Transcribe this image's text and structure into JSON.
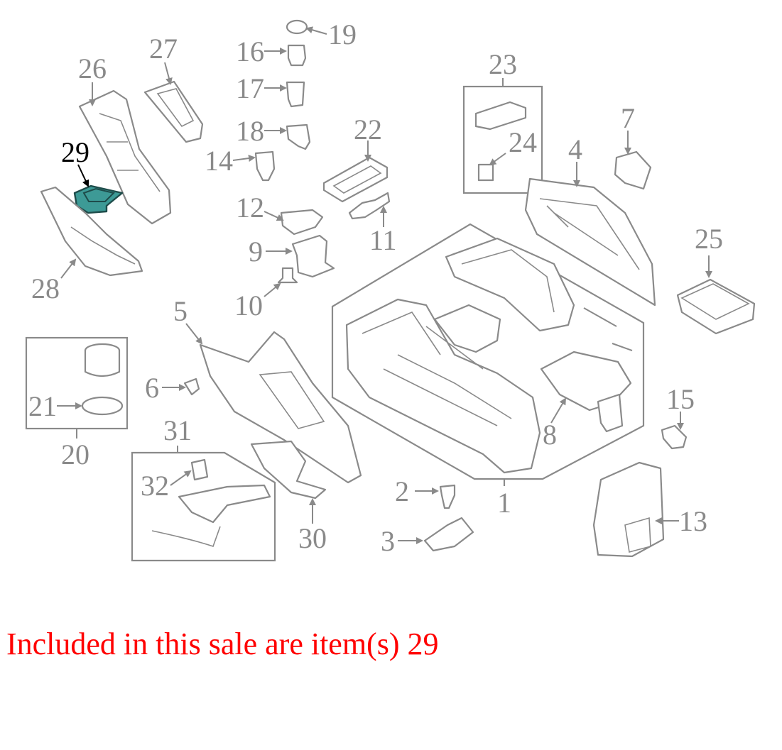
{
  "diagram": {
    "labels": {
      "l1": "1",
      "l2": "2",
      "l3": "3",
      "l4": "4",
      "l5": "5",
      "l6": "6",
      "l7": "7",
      "l8": "8",
      "l9": "9",
      "l10": "10",
      "l11": "11",
      "l12": "12",
      "l13": "13",
      "l14": "14",
      "l15": "15",
      "l16": "16",
      "l17": "17",
      "l18": "18",
      "l19": "19",
      "l20": "20",
      "l21": "21",
      "l22": "22",
      "l23": "23",
      "l24": "24",
      "l25": "25",
      "l26": "26",
      "l27": "27",
      "l28": "28",
      "l29": "29",
      "l30": "30",
      "l31": "31",
      "l32": "32"
    },
    "highlight_color": "#3d9a96",
    "label_color": "#8a8a8a",
    "highlighted_item": "29"
  },
  "note": {
    "text": "Included in this sale are item(s) 29",
    "color": "#ff0000"
  }
}
